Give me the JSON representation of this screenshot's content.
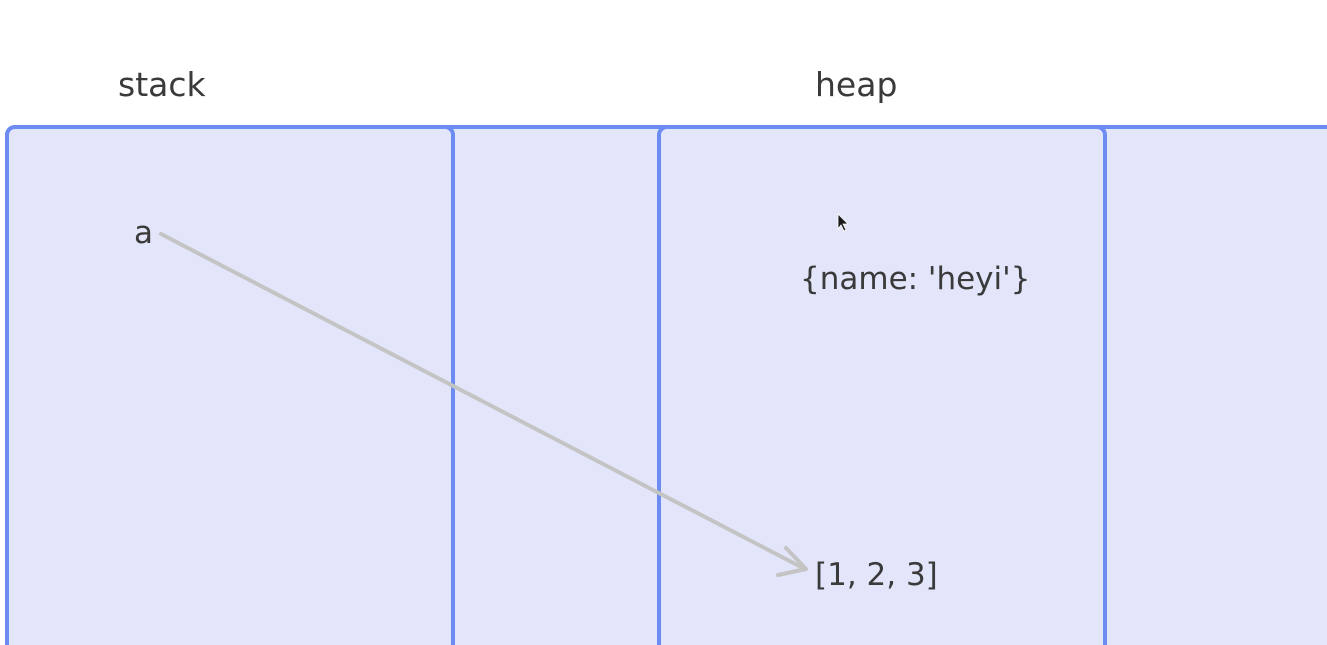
{
  "labels": {
    "stack": "stack",
    "heap": "heap"
  },
  "stack_vars": [
    {
      "name": "a"
    }
  ],
  "heap_values": [
    {
      "text": "{name: 'heyi'}"
    },
    {
      "text": "[1, 2, 3]"
    }
  ],
  "colors": {
    "panel_fill": "#e3e6fb",
    "panel_border": "#6c8cf2",
    "arrow": "#c4c4c4",
    "text": "#3a3a3a"
  },
  "icons": {
    "cursor": "mouse-pointer-icon"
  }
}
